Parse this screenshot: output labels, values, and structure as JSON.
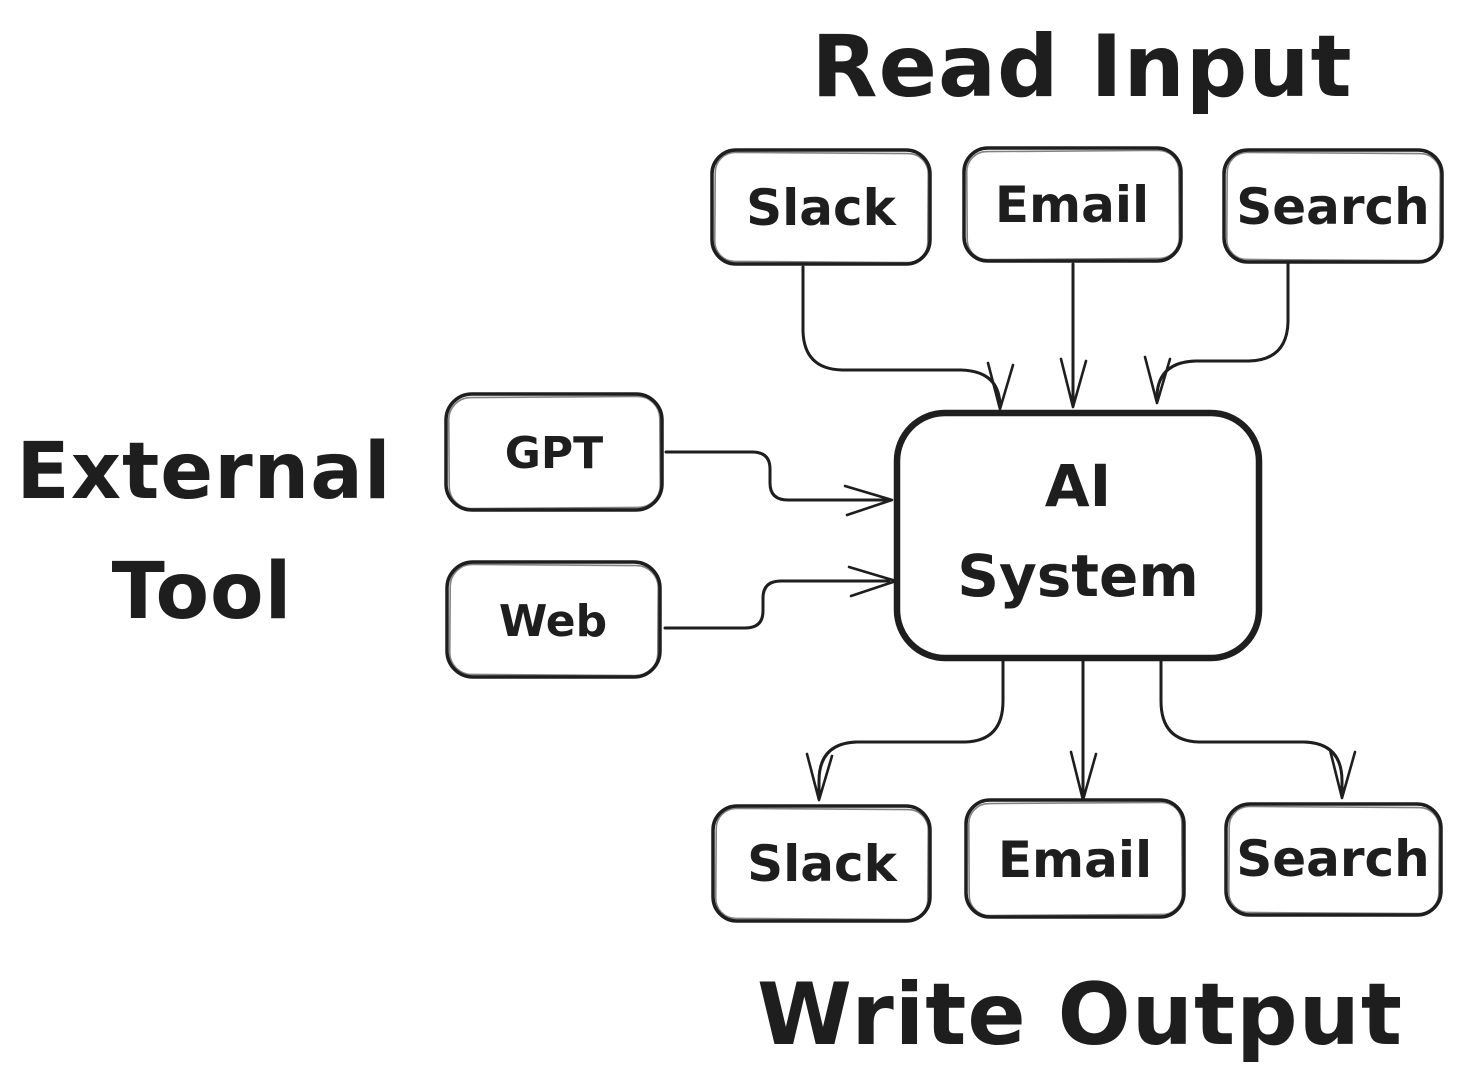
{
  "canvas": {
    "background": "#ffffff",
    "ink": "#1e1e1e"
  },
  "titles": {
    "read_input": "Read Input",
    "write_output": "Write Output",
    "external_tool_line1": "External",
    "external_tool_line2": "Tool"
  },
  "center_node": {
    "line1": "AI",
    "line2": "System"
  },
  "input_nodes": [
    {
      "label": "Slack"
    },
    {
      "label": "Email"
    },
    {
      "label": "Search"
    }
  ],
  "tool_nodes": [
    {
      "label": "GPT"
    },
    {
      "label": "Web"
    }
  ],
  "output_nodes": [
    {
      "label": "Slack"
    },
    {
      "label": "Email"
    },
    {
      "label": "Search"
    }
  ],
  "connections": [
    {
      "from": "Slack (read input)",
      "to": "AI System"
    },
    {
      "from": "Email (read input)",
      "to": "AI System"
    },
    {
      "from": "Search (read input)",
      "to": "AI System"
    },
    {
      "from": "GPT (external tool)",
      "to": "AI System"
    },
    {
      "from": "Web (external tool)",
      "to": "AI System"
    },
    {
      "from": "AI System",
      "to": "Slack (write output)"
    },
    {
      "from": "AI System",
      "to": "Email (write output)"
    },
    {
      "from": "AI System",
      "to": "Search (write output)"
    }
  ]
}
